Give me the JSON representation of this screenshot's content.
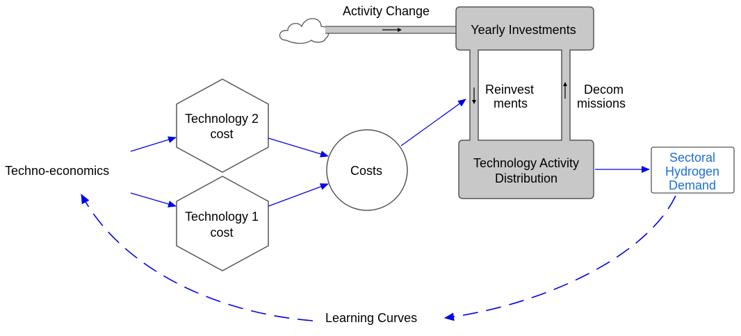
{
  "nodes": {
    "activity_change": "Activity Change",
    "yearly_investments": "Yearly Investments",
    "reinvestments_line1": "Reinvest",
    "reinvestments_line2": "ments",
    "decommissions_line1": "Decom",
    "decommissions_line2": "missions",
    "tech_activity_line1": "Technology Activity",
    "tech_activity_line2": "Distribution",
    "sectoral_line1": "Sectoral",
    "sectoral_line2": "Hydrogen",
    "sectoral_line3": "Demand",
    "costs": "Costs",
    "tech2_line1": "Technology 2",
    "tech2_line2": "cost",
    "tech1_line1": "Technology 1",
    "tech1_line2": "cost",
    "techno_economics": "Techno-economics",
    "learning_curves": "Learning Curves"
  },
  "colors": {
    "link": "#0000ee",
    "stock_fill": "#c8c8c8",
    "highlight_text": "#1a6fd4"
  }
}
